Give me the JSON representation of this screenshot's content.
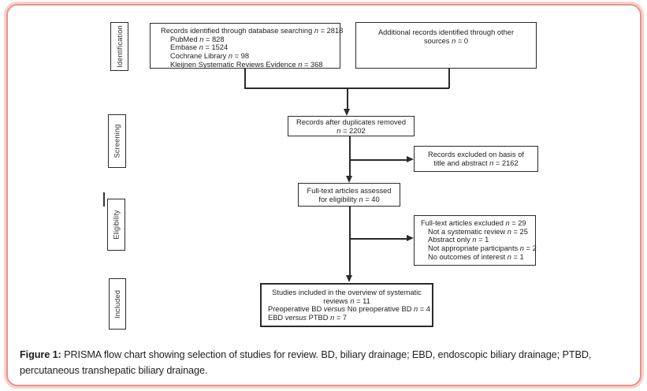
{
  "figure": {
    "frame_color": "#e9928a",
    "frame_glow": "#f8d2cb"
  },
  "flowchart": {
    "stages": [
      {
        "label": "Identification"
      },
      {
        "label": "Screening"
      },
      {
        "label": "Eligibility"
      },
      {
        "label": "Included"
      }
    ],
    "boxes": {
      "identified": {
        "lines": [
          "Records identified through database searching n = 2818",
          "PubMed n = 828",
          "Embase n = 1524",
          "Cochrane Library n = 98",
          "Kleijnen Systematic Reviews Evidence n = 368"
        ]
      },
      "additional": {
        "lines": [
          "Additional records identified through other",
          "sources n = 0"
        ]
      },
      "duplicates_removed": {
        "lines": [
          "Records after duplicates removed",
          "n = 2202"
        ]
      },
      "records_excluded": {
        "lines": [
          "Records excluded on basis of",
          "title and abstract n = 2162"
        ]
      },
      "fulltext_assessed": {
        "lines": [
          "Full-text articles assessed",
          "for eligibility n = 40"
        ]
      },
      "fulltext_excluded": {
        "lines": [
          "Full-text articles excluded n = 29",
          "Not a systematic review n = 25",
          "Abstract only n = 1",
          "Not appropriate participants n = 2",
          "No outcomes of interest n = 1"
        ]
      },
      "studies_included": {
        "lines": [
          "Studies included in the overview of systematic",
          "reviews n = 11",
          "Preoperative BD versus No preoperative BD n = 4",
          "EBD versus PTBD n = 7"
        ]
      }
    }
  },
  "caption": {
    "prefix": "Figure 1:",
    "line1": " PRISMA flow chart showing selection of studies for review. BD, biliary drainage; EBD, endoscopic biliary drainage; PTBD,",
    "line2": "percutaneous transhepatic biliary drainage."
  }
}
